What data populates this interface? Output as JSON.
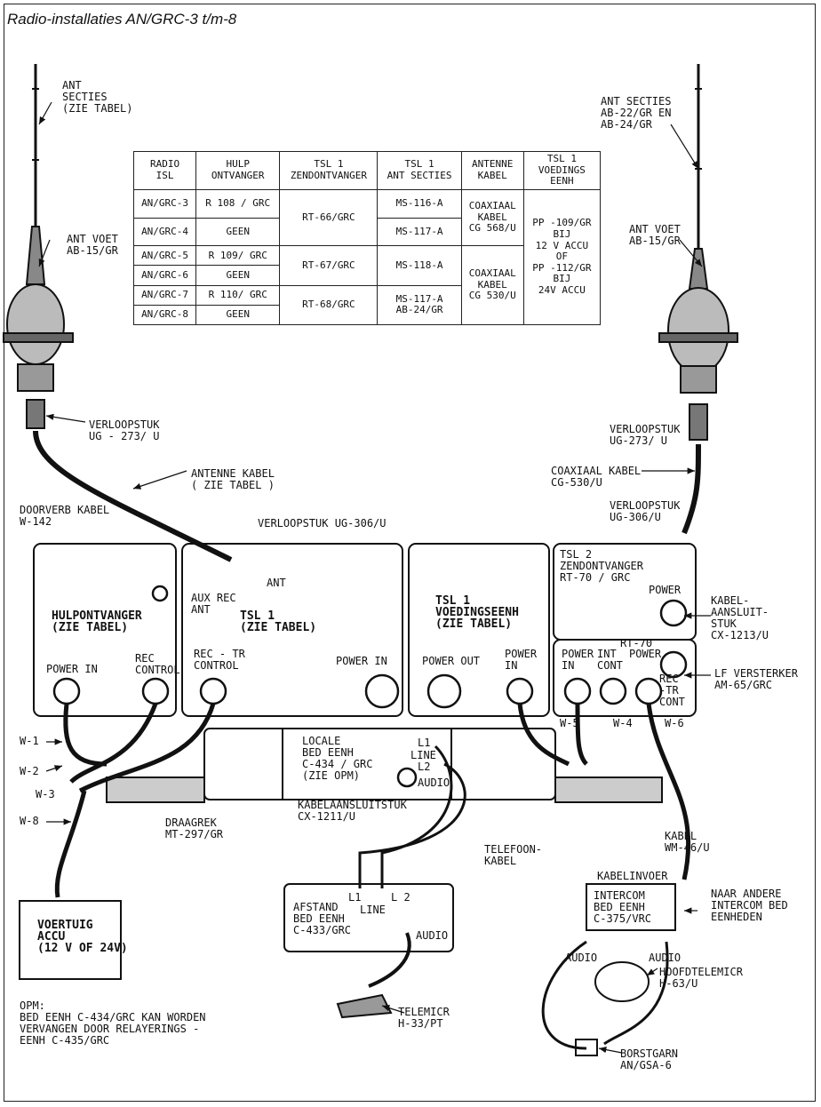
{
  "title": "Radio-installaties AN/GRC-3 t/m-8",
  "table": {
    "headers": [
      "RADIO\nISL",
      "HULP\nONTVANGER",
      "TSL 1\nZENDONTVANGER",
      "TSL 1\nANT SECTIES",
      "ANTENNE\nKABEL",
      "TSL 1\nVOEDINGS\nEENH"
    ],
    "radio": [
      "AN/GRC-3",
      "AN/GRC-4",
      "AN/GRC-5",
      "AN/GRC-6",
      "AN/GRC-7",
      "AN/GRC-8"
    ],
    "hulp": [
      "R 108 / GRC",
      "GEEN",
      "R 109/ GRC",
      "GEEN",
      "R 110/ GRC",
      "GEEN"
    ],
    "zendontvanger": [
      "RT-66/GRC",
      "RT-67/GRC",
      "RT-68/GRC"
    ],
    "ant_secties": [
      "MS-116-A",
      "MS-117-A",
      "MS-118-A",
      "MS-117-A\nAB-24/GR"
    ],
    "antenne_kabel": [
      "COAXIAAL\nKABEL\nCG 568/U",
      "COAXIAAL\nKABEL\nCG 530/U"
    ],
    "voeding": "PP -109/GR\nBIJ\n12 V ACCU\nOF\nPP -112/GR\nBIJ\n24V ACCU"
  },
  "labels": {
    "ant_secties_left": "ANT\nSECTIES\n(ZIE TABEL)",
    "ant_voet_left": "ANT VOET\nAB-15/GR",
    "verloopstuk_left": "VERLOOPSTUK\nUG - 273/ U",
    "antenne_kabel": "ANTENNE KABEL\n( ZIE TABEL )",
    "doorverb_kabel": "DOORVERB KABEL\nW-142",
    "verloopstuk_mid": "VERLOOPSTUK  UG-306/U",
    "ant_secties_right": "ANT SECTIES\nAB-22/GR EN\nAB-24/GR",
    "ant_voet_right": "ANT VOET\nAB-15/GR",
    "verloopstuk_right": "VERLOOPSTUK\nUG-273/ U",
    "coax_kabel_right": "COAXIAAL KABEL\nCG-530/U",
    "verloopstuk_right2": "VERLOOPSTUK\nUG-306/U",
    "ant": "ANT",
    "aux_rec_ant": "AUX REC\nANT",
    "hulpontvanger": "HULPONTVANGER\n(ZIE TABEL)",
    "tsl1": "TSL 1\n(ZIE TABEL)",
    "power_in": "POWER IN",
    "rec_control": "REC\nCONTROL",
    "rec_tr_control": "REC - TR\nCONTROL",
    "tsl1_voeding": "TSL 1\nVOEDINGSEENH\n(ZIE TABEL)",
    "power_out": "POWER OUT",
    "tsl2": "TSL 2\nZENDONTVANGER\nRT-70 / GRC",
    "power": "POWER",
    "kabelaansluitstuk_right": "KABEL-\nAANSLUIT-\nSTUK\nCX-1213/U",
    "rt70": "RT-70",
    "power_in2": "POWER\nIN",
    "int_cont": "INT\nCONT",
    "power2": "POWER",
    "rec_tr_cont": "REC\n-TR\nCONT",
    "lf_versterker": "LF VERSTERKER\nAM-65/GRC",
    "w1": "W-1",
    "w2": "W-2",
    "w3": "W-3",
    "w8": "W-8",
    "w_5": "W-5",
    "w_4": "W-4",
    "w_6": "W-6",
    "locale": "LOCALE\nBED EENH\nC-434 / GRC\n(ZIE OPM)",
    "l1": "L1",
    "line": "LINE",
    "l2": "L2",
    "audio": "AUDIO",
    "kabelaansluitstuk_mid": "KABELAANSLUITSTUK\nCX-1211/U",
    "draagrek": "DRAAGREK\nMT-297/GR",
    "telefoonkabel": "TELEFOON-\nKABEL",
    "kabel_wm": "KABEL\nWM-46/U",
    "kabelinvoer": "KABELINVOER",
    "intercom": "INTERCOM\nBED EENH\nC-375/VRC",
    "naar_andere": "NAAR ANDERE\nINTERCOM BED\nEENHEDEN",
    "audio_left": "AUDIO",
    "audio_right": "AUDIO",
    "hoofdtelemicr": "HOOFDTELEMICR\nH-63/U",
    "borstgarn": "BORSTGARN\nAN/GSA-6",
    "afstand": "AFSTAND\nBED EENH\nC-433/GRC",
    "afstand_l1": "L1",
    "afstand_l2": "L 2",
    "afstand_line": "LINE",
    "afstand_audio": "AUDIO",
    "telemicr": "TELEMICR\nH-33/PT",
    "voertuig": "VOERTUIG\nACCU\n(12 V OF 24V)",
    "opm": "OPM:\nBED EENH C-434/GRC KAN WORDEN\nVERVANGEN DOOR RELAYERINGS -\nEENH C-435/GRC"
  }
}
